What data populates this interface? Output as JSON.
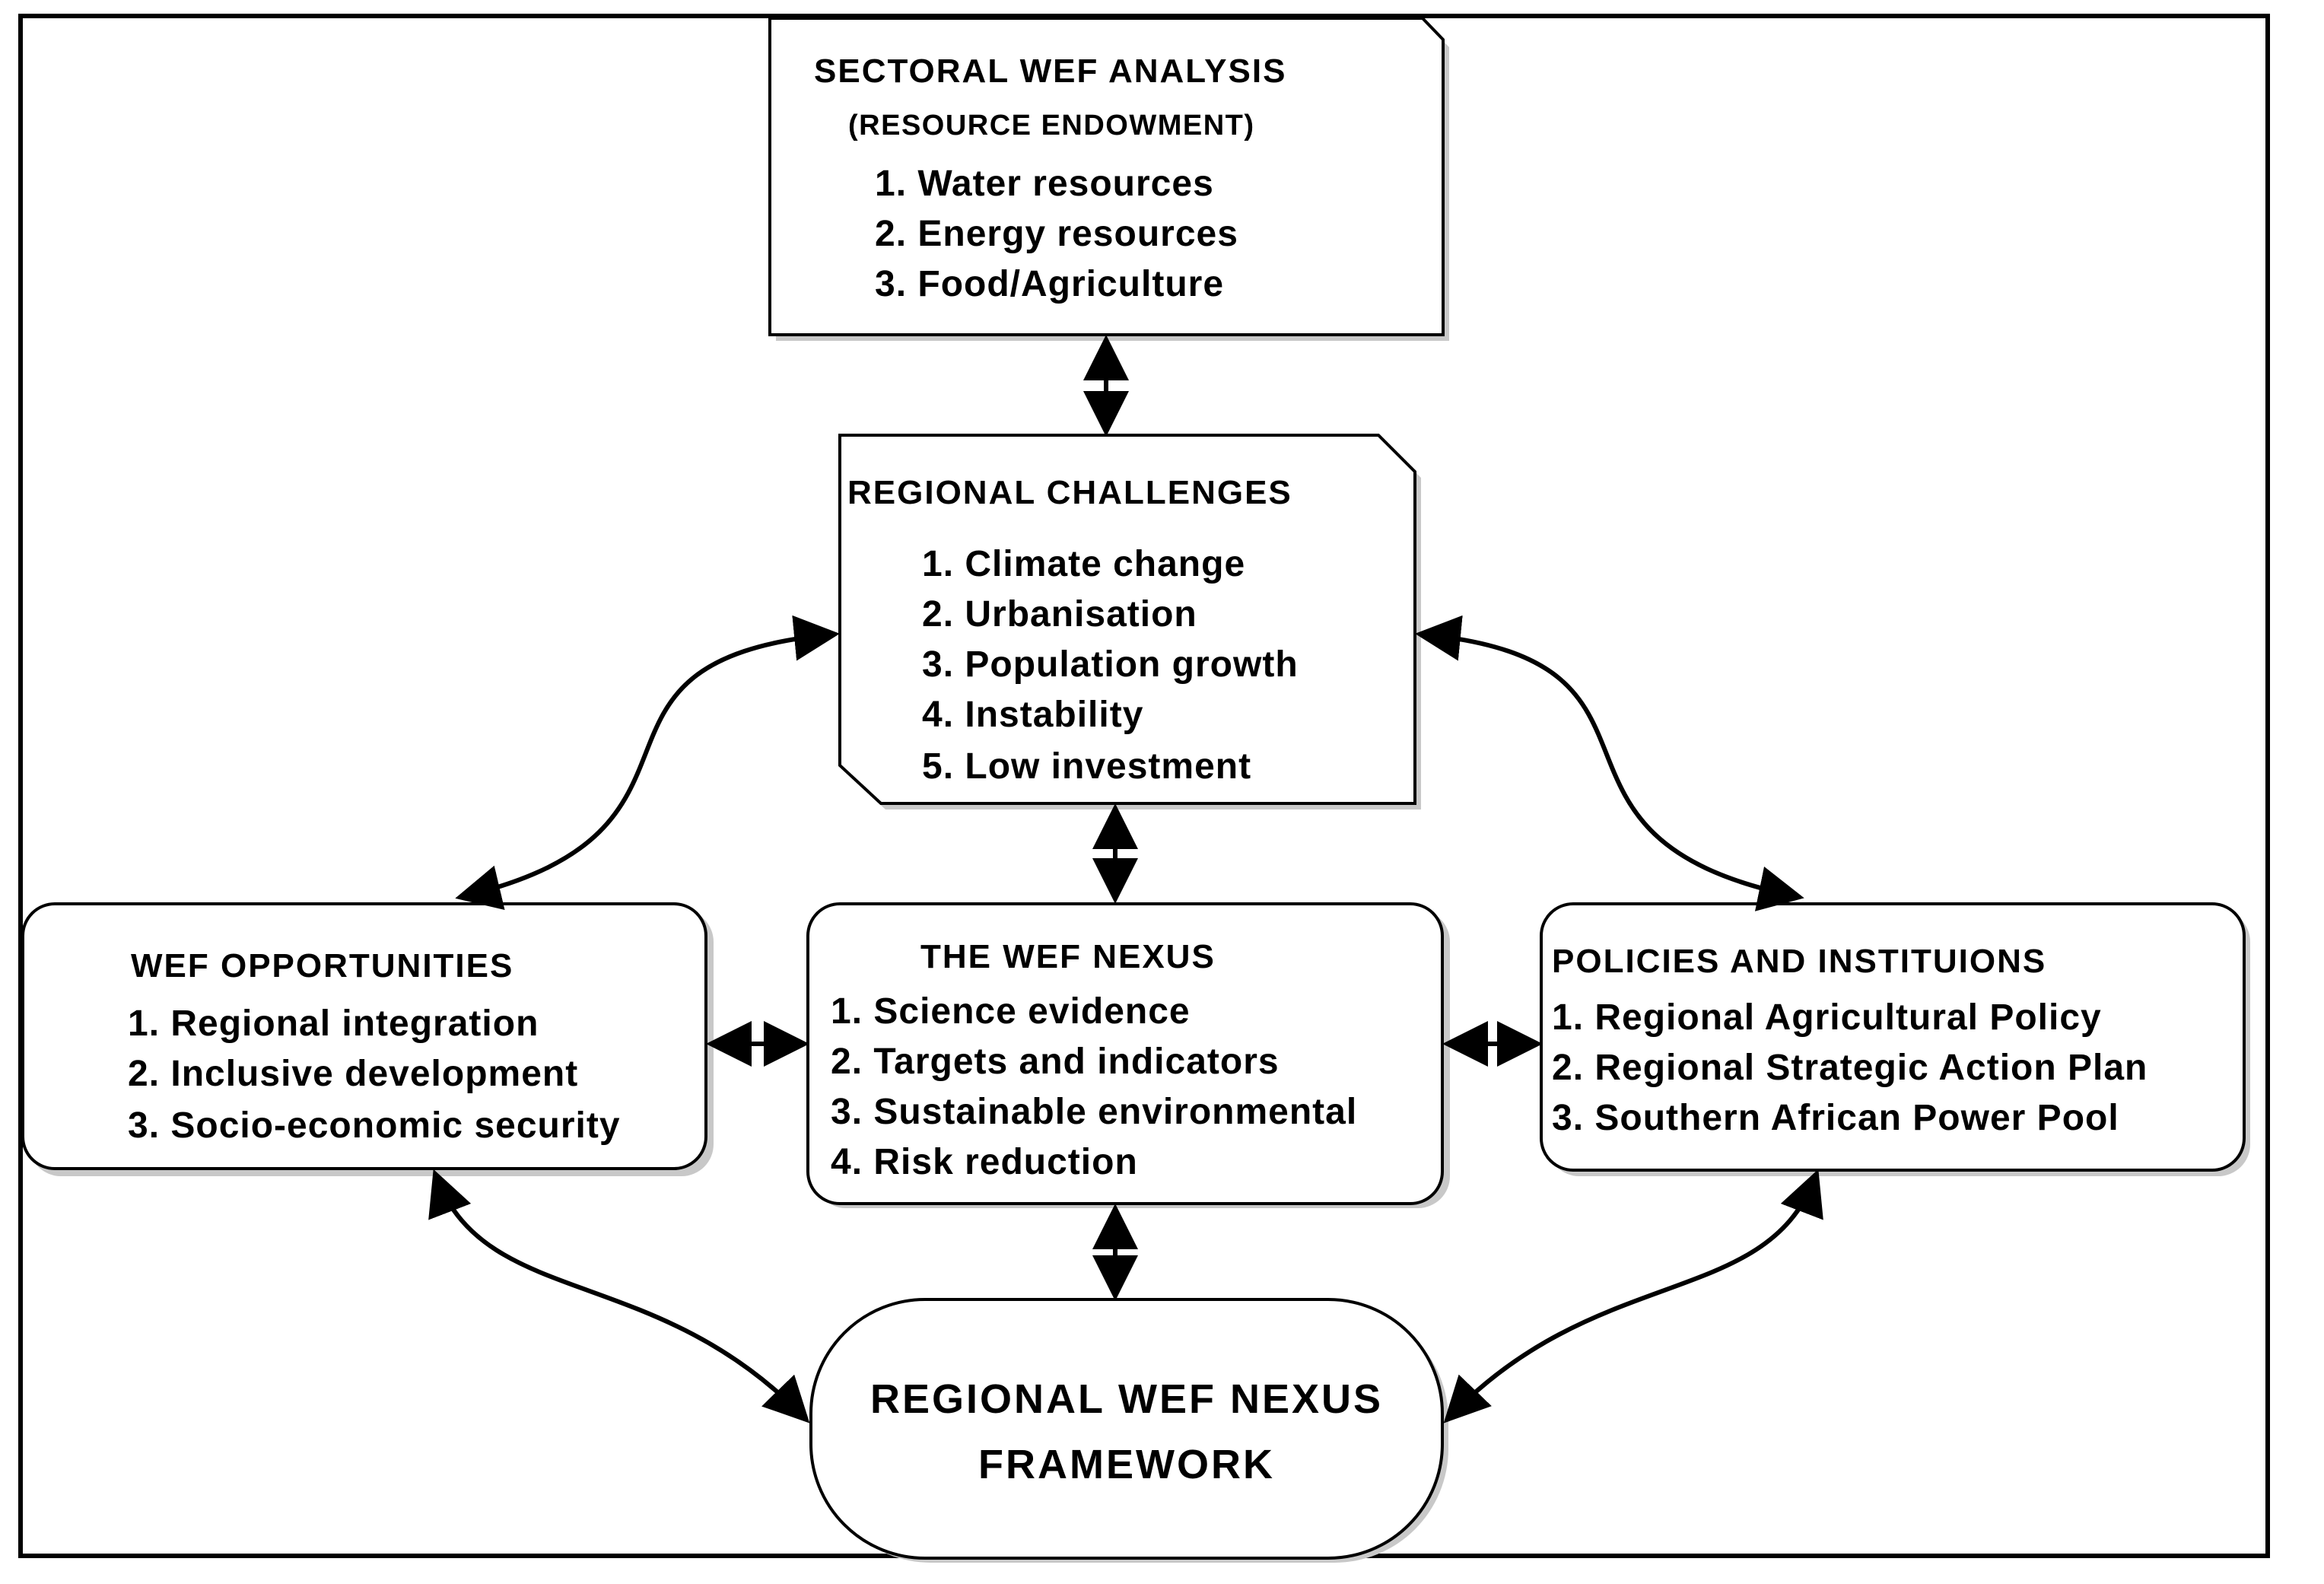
{
  "sectoral": {
    "title": "SECTORAL WEF ANALYSIS",
    "subtitle": "(RESOURCE ENDOWMENT)",
    "items": [
      "1. Water resources",
      "2. Energy resources",
      "3. Food/Agriculture"
    ]
  },
  "challenges": {
    "title": "REGIONAL CHALLENGES",
    "items": [
      "1. Climate change",
      "2. Urbanisation",
      "3. Population growth",
      "4. Instability",
      "5. Low investment"
    ]
  },
  "opportunities": {
    "title": "WEF OPPORTUNITIES",
    "items": [
      "1. Regional integration",
      "2. Inclusive development",
      "3. Socio-economic security"
    ]
  },
  "nexus": {
    "title": "THE WEF NEXUS",
    "items": [
      "1. Science evidence",
      "2. Targets and indicators",
      "3. Sustainable environmental",
      "4. Risk reduction"
    ]
  },
  "policies": {
    "title": "POLICIES AND INSTITUIONS",
    "items": [
      "1. Regional Agricultural Policy",
      "2. Regional Strategic Action Plan",
      "3. Southern African Power Pool"
    ]
  },
  "framework": {
    "line1": "REGIONAL WEF NEXUS",
    "line2": "FRAMEWORK"
  },
  "colors": {
    "stroke": "#000000",
    "background": "#ffffff",
    "shadow": "#c8c8c8"
  }
}
